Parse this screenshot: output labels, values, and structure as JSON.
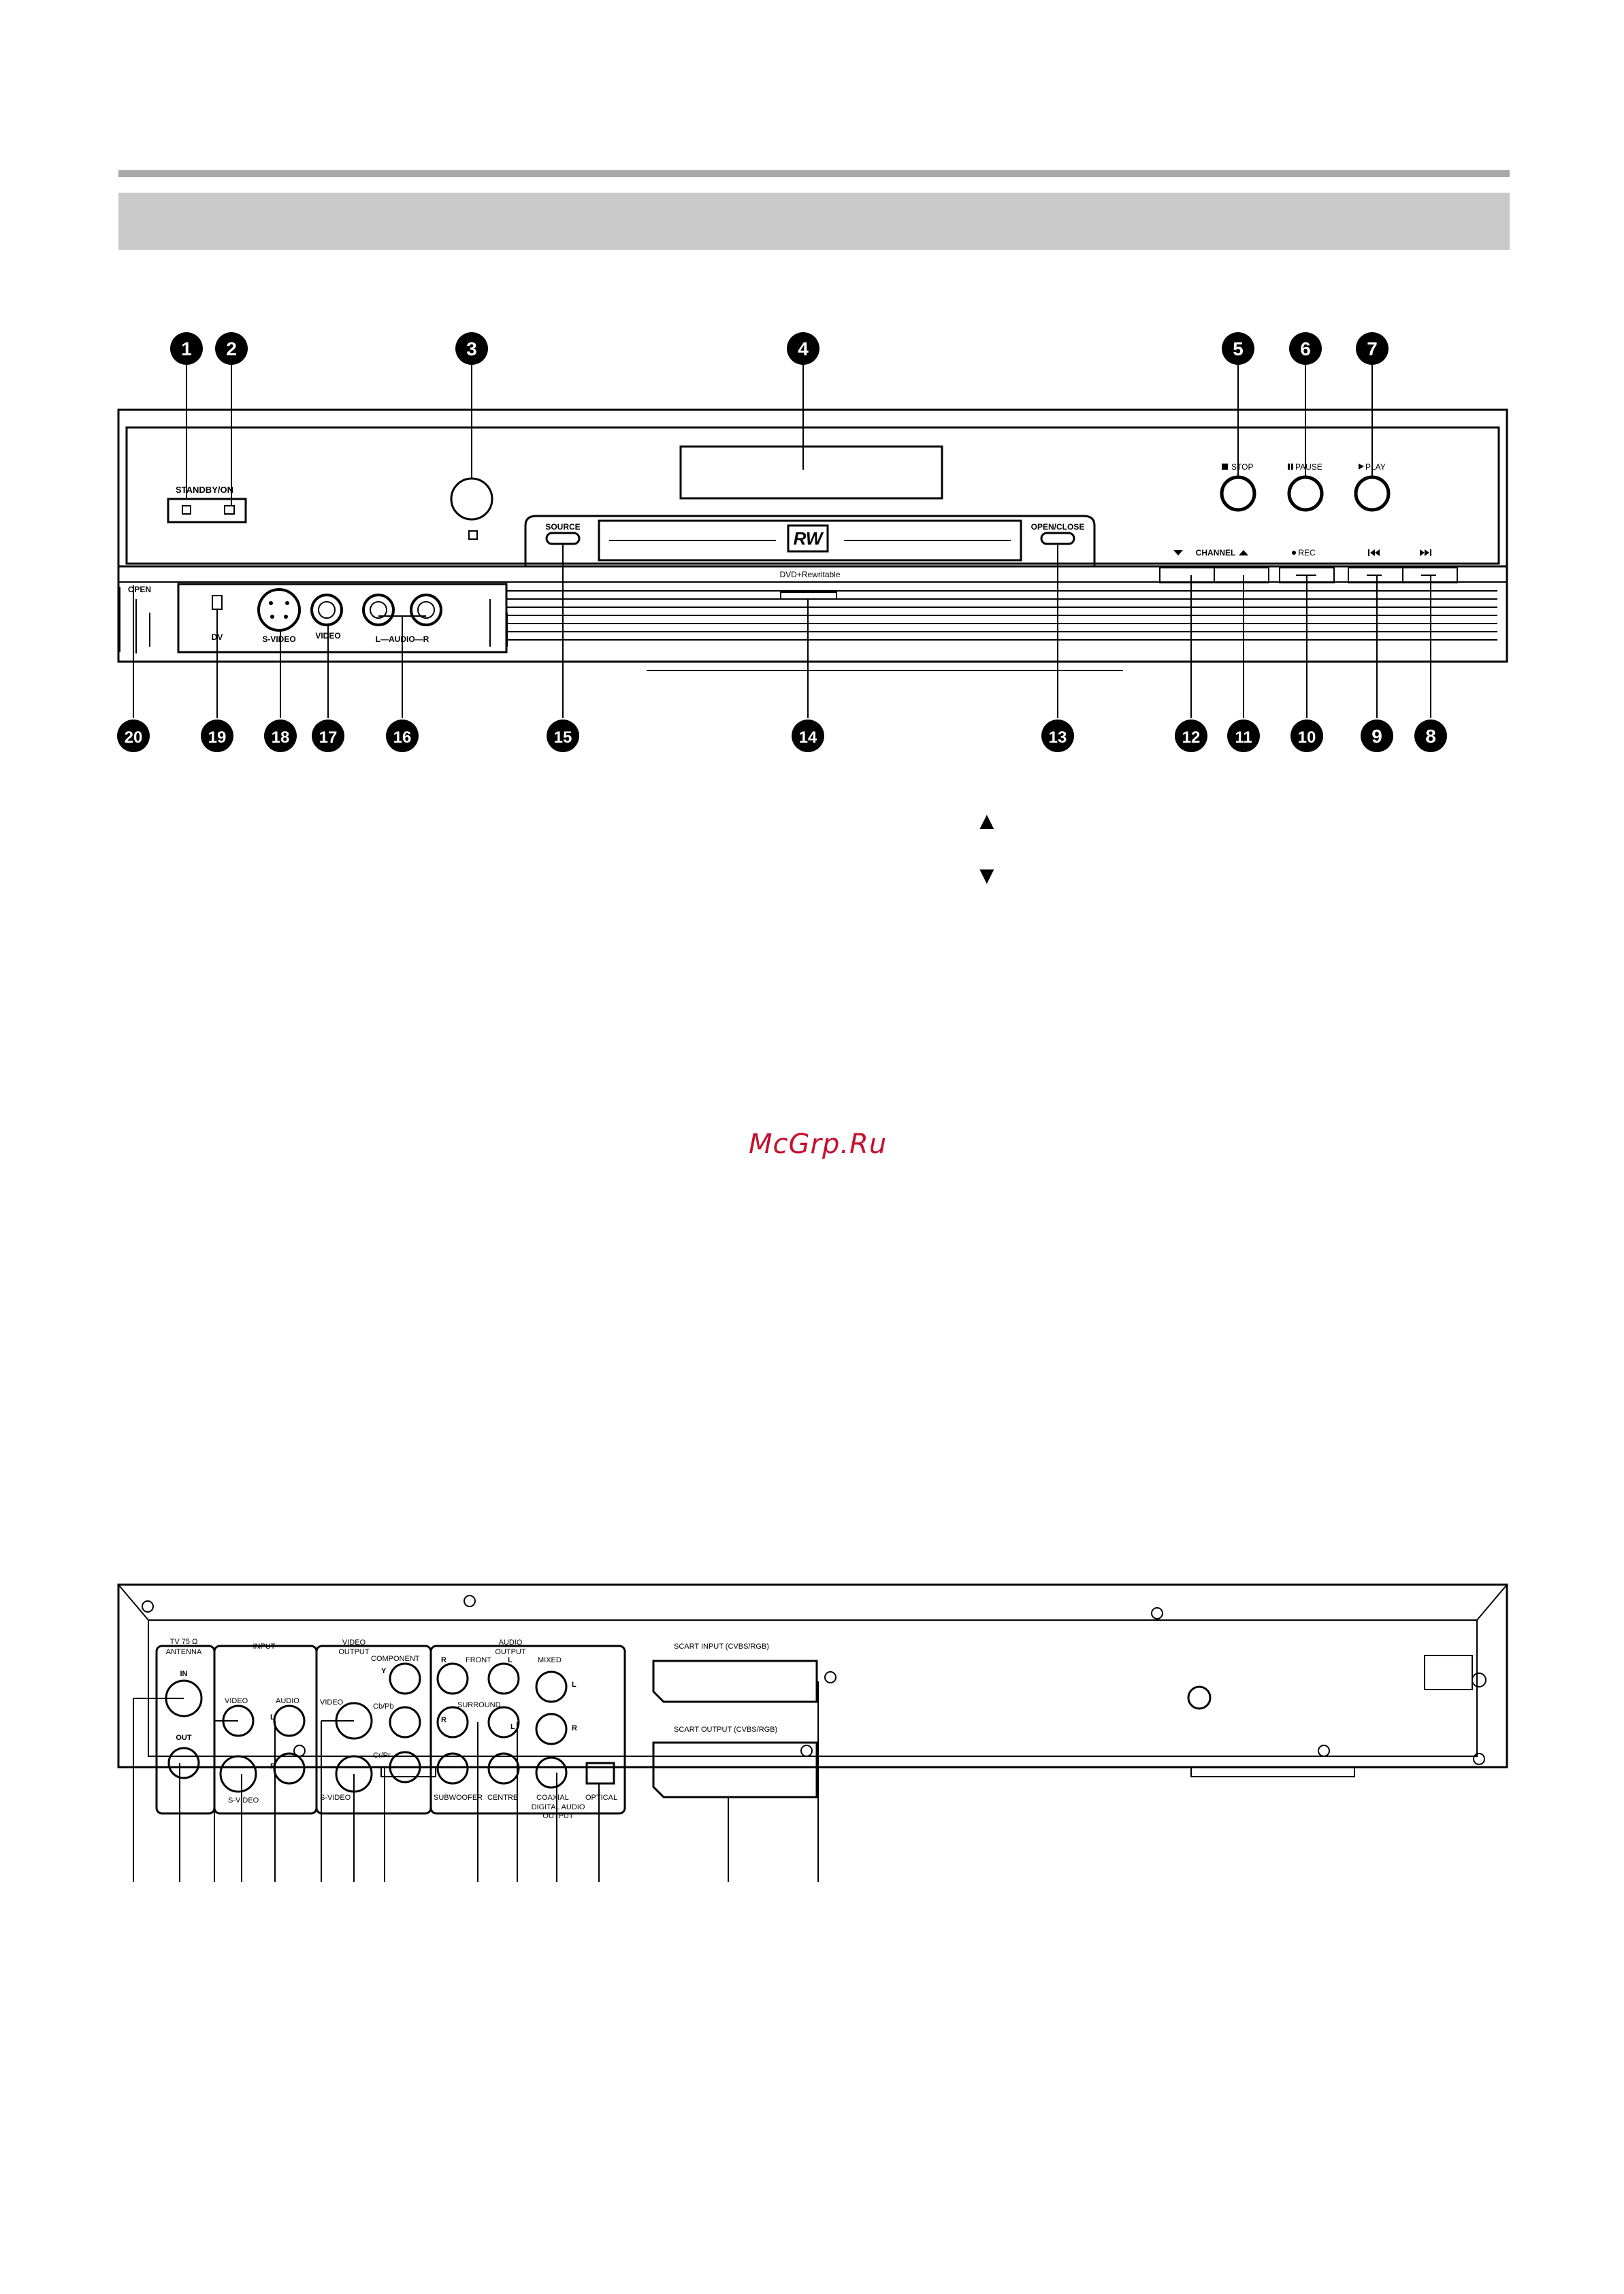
{
  "header": {
    "rule_color": "#a9a9a9",
    "band_color": "#c9c9c9"
  },
  "watermark": {
    "text": "McGrp.Ru",
    "color": "#c8102e"
  },
  "legend": {
    "up_arrow": "▲",
    "down_arrow": "▼"
  },
  "front_panel": {
    "callouts": [
      "1",
      "2",
      "3",
      "4",
      "5",
      "6",
      "7",
      "8",
      "9",
      "10",
      "11",
      "12",
      "13",
      "14",
      "15",
      "16",
      "17",
      "18",
      "19",
      "20"
    ],
    "labels": {
      "standby": "STANDBY/ON",
      "stop": "STOP",
      "pause": "PAUSE",
      "play": "PLAY",
      "source": "SOURCE",
      "open_close": "OPEN/CLOSE",
      "rw_logo": "RW",
      "dvd_rw": "DVD+Rewritable",
      "channel": "CHANNEL",
      "rec": "REC",
      "open": "OPEN",
      "dv": "DV",
      "svideo": "S-VIDEO",
      "video": "VIDEO",
      "audio_lr": "L—AUDIO—R"
    }
  },
  "rear_panel": {
    "labels": {
      "antenna": "TV 75 Ω",
      "antenna2": "ANTENNA",
      "in": "IN",
      "out": "OUT",
      "input": "INPUT",
      "video_in": "VIDEO",
      "audio_in": "AUDIO",
      "l": "L",
      "r": "R",
      "svideo_in": "S-VIDEO",
      "video_output": "VIDEO",
      "video_output2": "OUTPUT",
      "component": "COMPONENT",
      "y": "Y",
      "cb": "Cb/Pb",
      "cr": "Cr/Pr",
      "video_out": "VIDEO",
      "svideo_out": "S-VIDEO",
      "audio_output": "AUDIO",
      "audio_output2": "OUTPUT",
      "front": "FRONT",
      "mixed": "MIXED",
      "surround": "SURROUND",
      "subwoofer": "SUBWOOFER",
      "centre": "CENTRE",
      "coaxial": "COAXIAL",
      "optical": "OPTICAL",
      "digital_audio": "DIGITAL AUDIO",
      "digital_output": "OUTPUT",
      "scart_input": "SCART INPUT (CVBS/RGB)",
      "scart_output": "SCART OUTPUT (CVBS/RGB)"
    }
  }
}
